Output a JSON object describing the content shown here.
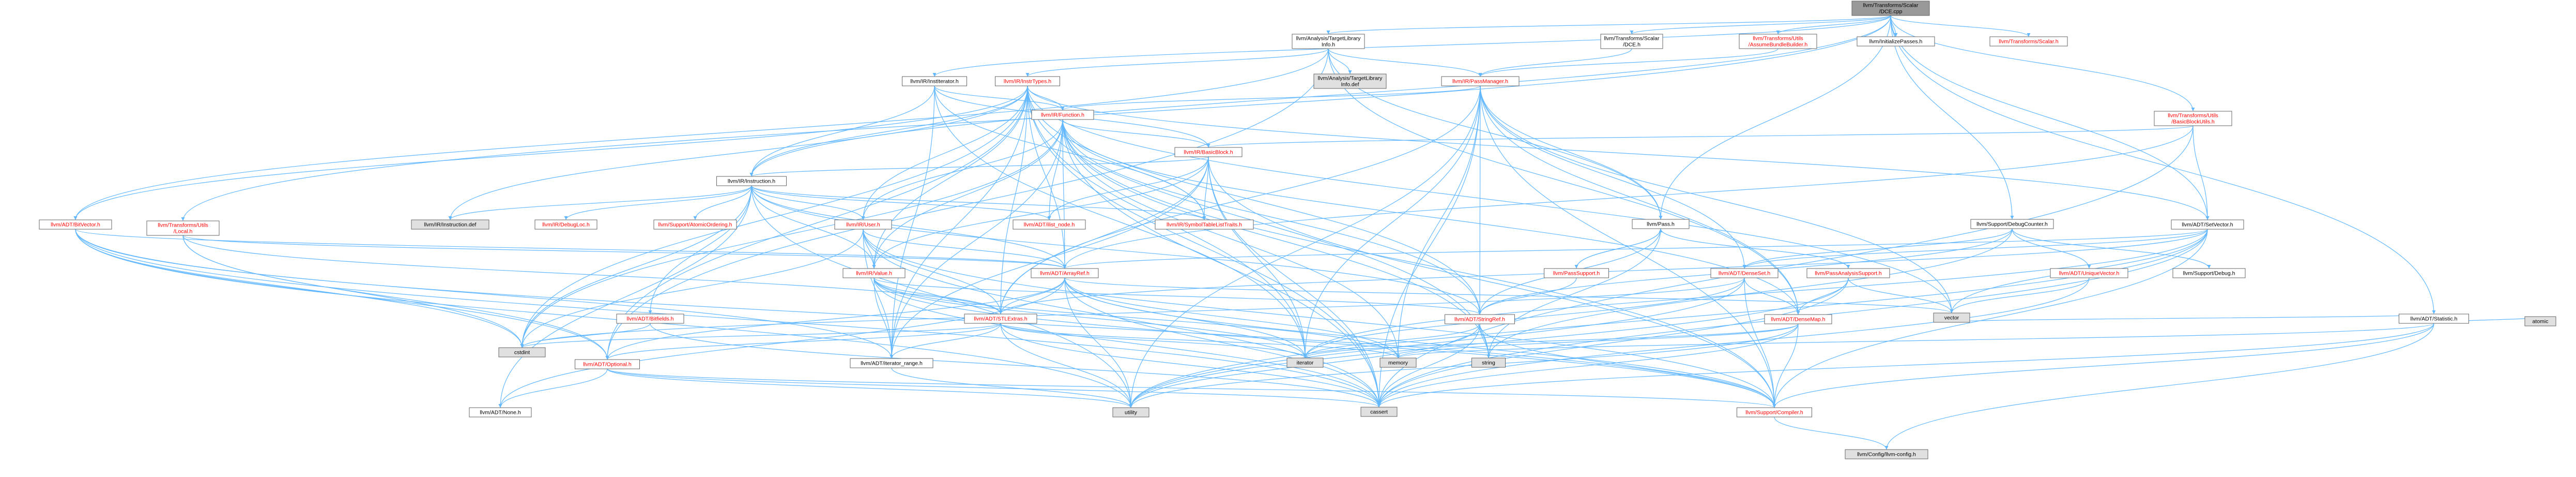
{
  "colors": {
    "root_fill": "#999999",
    "root_text": "#000000",
    "header_fill": "#ffffff",
    "header_text": "#000000",
    "link_text": "#ff0000",
    "system_fill": "#e0e0e0",
    "edge": "#63b8ff",
    "border": "#666666"
  },
  "nodes": [
    {
      "id": "root",
      "kind": "root",
      "lines": [
        "llvm/Transforms/Scalar",
        "/DCE.cpp"
      ]
    },
    {
      "id": "tli",
      "kind": "header",
      "lines": [
        "llvm/Analysis/TargetLibrary",
        "Info.h"
      ]
    },
    {
      "id": "dce_h",
      "kind": "header",
      "lines": [
        "llvm/Transforms/Scalar",
        "/DCE.h"
      ]
    },
    {
      "id": "assume",
      "kind": "link",
      "lines": [
        "llvm/Transforms/Utils",
        "/AssumeBundleBuilder.h"
      ]
    },
    {
      "id": "initpasses",
      "kind": "header",
      "lines": [
        "llvm/InitializePasses.h"
      ]
    },
    {
      "id": "scalar_h",
      "kind": "link",
      "lines": [
        "llvm/Transforms/Scalar.h"
      ]
    },
    {
      "id": "inst_iter",
      "kind": "header",
      "lines": [
        "llvm/IR/InstIterator.h"
      ]
    },
    {
      "id": "tli_def",
      "kind": "system",
      "lines": [
        "llvm/Analysis/TargetLibrary",
        "Info.def"
      ]
    },
    {
      "id": "passmgr",
      "kind": "link",
      "lines": [
        "llvm/IR/PassManager.h"
      ]
    },
    {
      "id": "instrtypes",
      "kind": "link",
      "lines": [
        "llvm/IR/InstrTypes.h"
      ]
    },
    {
      "id": "bbutils",
      "kind": "link",
      "lines": [
        "llvm/Transforms/Utils",
        "/BasicBlockUtils.h"
      ]
    },
    {
      "id": "function",
      "kind": "link",
      "lines": [
        "llvm/IR/Function.h"
      ]
    },
    {
      "id": "basicblock",
      "kind": "link",
      "lines": [
        "llvm/IR/BasicBlock.h"
      ]
    },
    {
      "id": "instruction",
      "kind": "header",
      "lines": [
        "llvm/IR/Instruction.h"
      ]
    },
    {
      "id": "instruction_def",
      "kind": "system",
      "lines": [
        "llvm/IR/Instruction.def"
      ]
    },
    {
      "id": "debugloc",
      "kind": "link",
      "lines": [
        "llvm/IR/DebugLoc.h"
      ]
    },
    {
      "id": "atomic",
      "kind": "link",
      "lines": [
        "llvm/Support/AtomicOrdering.h"
      ]
    },
    {
      "id": "user",
      "kind": "link",
      "lines": [
        "llvm/IR/User.h"
      ]
    },
    {
      "id": "ilist_node",
      "kind": "link",
      "lines": [
        "llvm/ADT/ilist_node.h"
      ]
    },
    {
      "id": "symtab",
      "kind": "link",
      "lines": [
        "llvm/IR/SymbolTableListTraits.h"
      ]
    },
    {
      "id": "bitvector",
      "kind": "link",
      "lines": [
        "llvm/ADT/BitVector.h"
      ]
    },
    {
      "id": "local",
      "kind": "link",
      "lines": [
        "llvm/Transforms/Utils",
        "/Local.h"
      ]
    },
    {
      "id": "pass",
      "kind": "header",
      "lines": [
        "llvm/Pass.h"
      ]
    },
    {
      "id": "debugcounter",
      "kind": "header",
      "lines": [
        "llvm/Support/DebugCounter.h"
      ]
    },
    {
      "id": "setvector",
      "kind": "header",
      "lines": [
        "llvm/ADT/SetVector.h"
      ]
    },
    {
      "id": "statistic",
      "kind": "header",
      "lines": [
        "llvm/ADT/Statistic.h"
      ]
    },
    {
      "id": "atomic_sys",
      "kind": "system",
      "lines": [
        "atomic"
      ]
    },
    {
      "id": "value",
      "kind": "link",
      "lines": [
        "llvm/IR/Value.h"
      ]
    },
    {
      "id": "arrayref",
      "kind": "link",
      "lines": [
        "llvm/ADT/ArrayRef.h"
      ]
    },
    {
      "id": "passsupport",
      "kind": "link",
      "lines": [
        "llvm/PassSupport.h"
      ]
    },
    {
      "id": "passanalysis",
      "kind": "link",
      "lines": [
        "llvm/PassAnalysisSupport.h"
      ]
    },
    {
      "id": "denseset",
      "kind": "link",
      "lines": [
        "llvm/ADT/DenseSet.h"
      ]
    },
    {
      "id": "uniquevector",
      "kind": "link",
      "lines": [
        "llvm/ADT/UniqueVector.h"
      ]
    },
    {
      "id": "supportdebug",
      "kind": "header",
      "lines": [
        "llvm/Support/Debug.h"
      ]
    },
    {
      "id": "vector",
      "kind": "system",
      "lines": [
        "vector"
      ]
    },
    {
      "id": "bitfields",
      "kind": "link",
      "lines": [
        "llvm/ADT/Bitfields.h"
      ]
    },
    {
      "id": "stlextras",
      "kind": "link",
      "lines": [
        "llvm/ADT/STLExtras.h"
      ]
    },
    {
      "id": "stringref",
      "kind": "link",
      "lines": [
        "llvm/ADT/StringRef.h"
      ]
    },
    {
      "id": "densemap",
      "kind": "link",
      "lines": [
        "llvm/ADT/DenseMap.h"
      ]
    },
    {
      "id": "cstdint",
      "kind": "system",
      "lines": [
        "cstdint"
      ]
    },
    {
      "id": "optional",
      "kind": "link",
      "lines": [
        "llvm/ADT/Optional.h"
      ]
    },
    {
      "id": "iter_range",
      "kind": "header",
      "lines": [
        "llvm/ADT/iterator_range.h"
      ]
    },
    {
      "id": "iterator",
      "kind": "system",
      "lines": [
        "iterator"
      ]
    },
    {
      "id": "memory",
      "kind": "system",
      "lines": [
        "memory"
      ]
    },
    {
      "id": "string",
      "kind": "system",
      "lines": [
        "string"
      ]
    },
    {
      "id": "none",
      "kind": "header",
      "lines": [
        "llvm/ADT/None.h"
      ]
    },
    {
      "id": "utility",
      "kind": "system",
      "lines": [
        "utility"
      ]
    },
    {
      "id": "cassert",
      "kind": "system",
      "lines": [
        "cassert"
      ]
    },
    {
      "id": "compiler",
      "kind": "link",
      "lines": [
        "llvm/Support/Compiler.h"
      ]
    },
    {
      "id": "llvmconfig",
      "kind": "system",
      "lines": [
        "llvm/Config/llvm-config.h"
      ]
    }
  ],
  "edges": [
    [
      "root",
      "tli"
    ],
    [
      "root",
      "dce_h"
    ],
    [
      "root",
      "assume"
    ],
    [
      "root",
      "initpasses"
    ],
    [
      "root",
      "scalar_h"
    ],
    [
      "root",
      "inst_iter"
    ],
    [
      "root",
      "instruction"
    ],
    [
      "root",
      "local"
    ],
    [
      "root",
      "pass"
    ],
    [
      "root",
      "debugcounter"
    ],
    [
      "root",
      "setvector"
    ],
    [
      "root",
      "statistic"
    ],
    [
      "root",
      "bbutils"
    ],
    [
      "tli",
      "tli_def"
    ],
    [
      "tli",
      "instrtypes"
    ],
    [
      "tli",
      "passmgr"
    ],
    [
      "tli",
      "pass"
    ],
    [
      "tli",
      "bitvector"
    ],
    [
      "tli",
      "densemap"
    ],
    [
      "tli",
      "optional"
    ],
    [
      "dce_h",
      "passmgr"
    ],
    [
      "assume",
      "passmgr"
    ],
    [
      "inst_iter",
      "function"
    ],
    [
      "inst_iter",
      "basicblock"
    ],
    [
      "inst_iter",
      "instruction"
    ],
    [
      "inst_iter",
      "symtab"
    ],
    [
      "inst_iter",
      "iterator"
    ],
    [
      "inst_iter",
      "iter_range"
    ],
    [
      "passmgr",
      "function"
    ],
    [
      "passmgr",
      "denseset"
    ],
    [
      "passmgr",
      "densemap"
    ],
    [
      "passmgr",
      "stlextras"
    ],
    [
      "passmgr",
      "stringref"
    ],
    [
      "passmgr",
      "vector"
    ],
    [
      "passmgr",
      "cassert"
    ],
    [
      "passmgr",
      "iterator"
    ],
    [
      "passmgr",
      "memory"
    ],
    [
      "passmgr",
      "utility"
    ],
    [
      "passmgr",
      "compiler"
    ],
    [
      "passmgr",
      "pass"
    ],
    [
      "instrtypes",
      "function"
    ],
    [
      "instrtypes",
      "instruction"
    ],
    [
      "instrtypes",
      "user"
    ],
    [
      "instrtypes",
      "value"
    ],
    [
      "instrtypes",
      "arrayref"
    ],
    [
      "instrtypes",
      "stlextras"
    ],
    [
      "instrtypes",
      "stringref"
    ],
    [
      "instrtypes",
      "iter_range"
    ],
    [
      "instrtypes",
      "optional"
    ],
    [
      "instrtypes",
      "cstdint"
    ],
    [
      "instrtypes",
      "cassert"
    ],
    [
      "instrtypes",
      "iterator"
    ],
    [
      "instrtypes",
      "string"
    ],
    [
      "instrtypes",
      "vector"
    ],
    [
      "instrtypes",
      "instruction_def"
    ],
    [
      "instrtypes",
      "bitvector"
    ],
    [
      "instrtypes",
      "setvector"
    ],
    [
      "bbutils",
      "basicblock"
    ],
    [
      "bbutils",
      "setvector"
    ],
    [
      "bbutils",
      "arrayref"
    ],
    [
      "bbutils",
      "cassert"
    ],
    [
      "function",
      "basicblock"
    ],
    [
      "function",
      "ilist_node"
    ],
    [
      "function",
      "symtab"
    ],
    [
      "function",
      "value"
    ],
    [
      "function",
      "arrayref"
    ],
    [
      "function",
      "stringref"
    ],
    [
      "function",
      "densemap"
    ],
    [
      "function",
      "iter_range"
    ],
    [
      "function",
      "compiler"
    ],
    [
      "function",
      "cstdint"
    ],
    [
      "function",
      "memory"
    ],
    [
      "function",
      "string"
    ],
    [
      "function",
      "user"
    ],
    [
      "function",
      "cassert"
    ],
    [
      "basicblock",
      "instruction"
    ],
    [
      "basicblock",
      "ilist_node"
    ],
    [
      "basicblock",
      "symtab"
    ],
    [
      "basicblock",
      "value"
    ],
    [
      "basicblock",
      "iter_range"
    ],
    [
      "basicblock",
      "iterator"
    ],
    [
      "basicblock",
      "compiler"
    ],
    [
      "basicblock",
      "cassert"
    ],
    [
      "basicblock",
      "stlextras"
    ],
    [
      "instruction",
      "instruction_def"
    ],
    [
      "instruction",
      "debugloc"
    ],
    [
      "instruction",
      "atomic"
    ],
    [
      "instruction",
      "user"
    ],
    [
      "instruction",
      "ilist_node"
    ],
    [
      "instruction",
      "symtab"
    ],
    [
      "instruction",
      "bitfields"
    ],
    [
      "instruction",
      "arrayref"
    ],
    [
      "instruction",
      "none"
    ],
    [
      "instruction",
      "cstdint"
    ],
    [
      "instruction",
      "utility"
    ],
    [
      "instruction",
      "value"
    ],
    [
      "instruction",
      "stringref"
    ],
    [
      "user",
      "value"
    ],
    [
      "user",
      "arrayref"
    ],
    [
      "user",
      "iter_range"
    ],
    [
      "user",
      "compiler"
    ],
    [
      "user",
      "cassert"
    ],
    [
      "user",
      "cstdint"
    ],
    [
      "user",
      "stlextras"
    ],
    [
      "bitvector",
      "arrayref"
    ],
    [
      "bitvector",
      "iter_range"
    ],
    [
      "bitvector",
      "compiler"
    ],
    [
      "bitvector",
      "cassert"
    ],
    [
      "bitvector",
      "utility"
    ],
    [
      "bitvector",
      "cstdint"
    ],
    [
      "bitvector",
      "optional"
    ],
    [
      "local",
      "arrayref"
    ],
    [
      "local",
      "stlextras"
    ],
    [
      "local",
      "cstdint"
    ],
    [
      "local",
      "optional"
    ],
    [
      "pass",
      "passsupport"
    ],
    [
      "pass",
      "passanalysis"
    ],
    [
      "pass",
      "stringref"
    ],
    [
      "pass",
      "string"
    ],
    [
      "debugcounter",
      "denseset"
    ],
    [
      "debugcounter",
      "uniquevector"
    ],
    [
      "debugcounter",
      "supportdebug"
    ],
    [
      "debugcounter",
      "stringref"
    ],
    [
      "debugcounter",
      "string"
    ],
    [
      "setvector",
      "arrayref"
    ],
    [
      "setvector",
      "denseset"
    ],
    [
      "setvector",
      "stlextras"
    ],
    [
      "setvector",
      "compiler"
    ],
    [
      "setvector",
      "cassert"
    ],
    [
      "setvector",
      "iterator"
    ],
    [
      "setvector",
      "vector"
    ],
    [
      "setvector",
      "utility"
    ],
    [
      "statistic",
      "compiler"
    ],
    [
      "statistic",
      "llvmconfig"
    ],
    [
      "statistic",
      "atomic_sys"
    ],
    [
      "statistic",
      "memory"
    ],
    [
      "statistic",
      "vector"
    ],
    [
      "statistic",
      "cassert"
    ],
    [
      "value",
      "stlextras"
    ],
    [
      "value",
      "iter_range"
    ],
    [
      "value",
      "compiler"
    ],
    [
      "value",
      "cassert"
    ],
    [
      "value",
      "iterator"
    ],
    [
      "value",
      "memory"
    ],
    [
      "value",
      "stringref"
    ],
    [
      "arrayref",
      "stlextras"
    ],
    [
      "arrayref",
      "none"
    ],
    [
      "arrayref",
      "optional"
    ],
    [
      "arrayref",
      "compiler"
    ],
    [
      "arrayref",
      "cassert"
    ],
    [
      "arrayref",
      "iterator"
    ],
    [
      "arrayref",
      "memory"
    ],
    [
      "arrayref",
      "vector"
    ],
    [
      "arrayref",
      "utility"
    ],
    [
      "passsupport",
      "stringref"
    ],
    [
      "passsupport",
      "pass"
    ],
    [
      "passanalysis",
      "densemap"
    ],
    [
      "passanalysis",
      "cassert"
    ],
    [
      "passanalysis",
      "vector"
    ],
    [
      "passanalysis",
      "utility"
    ],
    [
      "denseset",
      "densemap"
    ],
    [
      "denseset",
      "compiler"
    ],
    [
      "denseset",
      "iterator"
    ],
    [
      "denseset",
      "utility"
    ],
    [
      "denseset",
      "cstdint"
    ],
    [
      "uniquevector",
      "vector"
    ],
    [
      "uniquevector",
      "cassert"
    ],
    [
      "bitfields",
      "cstdint"
    ],
    [
      "bitfields",
      "cassert"
    ],
    [
      "stlextras",
      "iter_range"
    ],
    [
      "stlextras",
      "utility"
    ],
    [
      "stlextras",
      "cassert"
    ],
    [
      "stlextras",
      "cstdint"
    ],
    [
      "stlextras",
      "iterator"
    ],
    [
      "stlextras",
      "memory"
    ],
    [
      "stlextras",
      "optional"
    ],
    [
      "stringref",
      "iterator"
    ],
    [
      "stringref",
      "compiler"
    ],
    [
      "stringref",
      "string"
    ],
    [
      "stringref",
      "utility"
    ],
    [
      "stringref",
      "cassert"
    ],
    [
      "densemap",
      "compiler"
    ],
    [
      "densemap",
      "cassert"
    ],
    [
      "densemap",
      "utility"
    ],
    [
      "densemap",
      "iterator"
    ],
    [
      "densemap",
      "memory"
    ],
    [
      "optional",
      "none"
    ],
    [
      "optional",
      "compiler"
    ],
    [
      "optional",
      "cassert"
    ],
    [
      "optional",
      "utility"
    ],
    [
      "iter_range",
      "utility"
    ],
    [
      "compiler",
      "llvmconfig"
    ]
  ]
}
